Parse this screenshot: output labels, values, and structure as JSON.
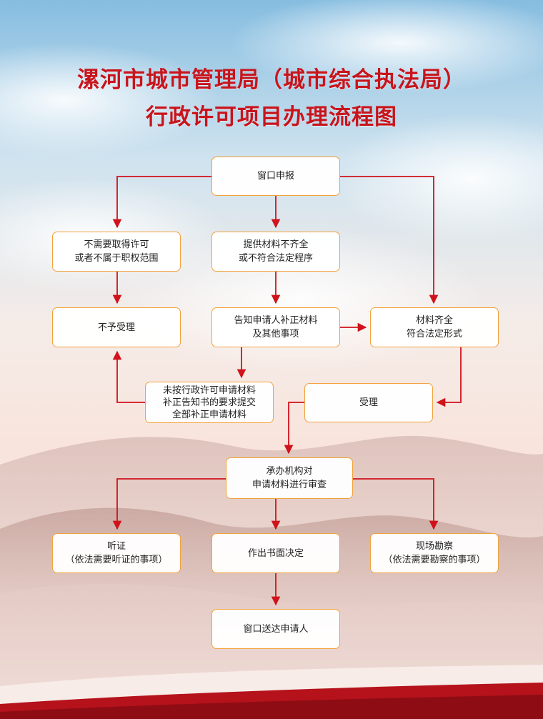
{
  "title": {
    "line1": "漯河市城市管理局（城市综合执法局）",
    "line2": "行政许可项目办理流程图"
  },
  "nodes": {
    "window_submit": {
      "line1": "窗口申报"
    },
    "not_required": {
      "line1": "不需要取得许可",
      "line2": "或者不属于职权范围"
    },
    "incomplete": {
      "line1": "提供材料不齐全",
      "line2": "或不符合法定程序"
    },
    "reject": {
      "line1": "不予受理"
    },
    "notify_supplement": {
      "line1": "告知申请人补正材料",
      "line2": "及其他事项"
    },
    "complete": {
      "line1": "材料齐全",
      "line2": "符合法定形式"
    },
    "not_supplemented": {
      "line1": "未按行政许可申请材料",
      "line2": "补正告知书的要求提交",
      "line3": "全部补正申请材料"
    },
    "accept": {
      "line1": "受理"
    },
    "review": {
      "line1": "承办机构对",
      "line2": "申请材料进行审查"
    },
    "hearing": {
      "line1": "听证",
      "line2": "（依法需要听证的事项）"
    },
    "decision": {
      "line1": "作出书面决定"
    },
    "inspection": {
      "line1": "现场勘察",
      "line2": "（依法需要勘察的事项）"
    },
    "deliver": {
      "line1": "窗口送达申请人"
    }
  },
  "colors": {
    "title": "#c8141c",
    "arrow": "#d0121b",
    "box_border": "#f2a23c",
    "footer_band": "#b5121b"
  }
}
